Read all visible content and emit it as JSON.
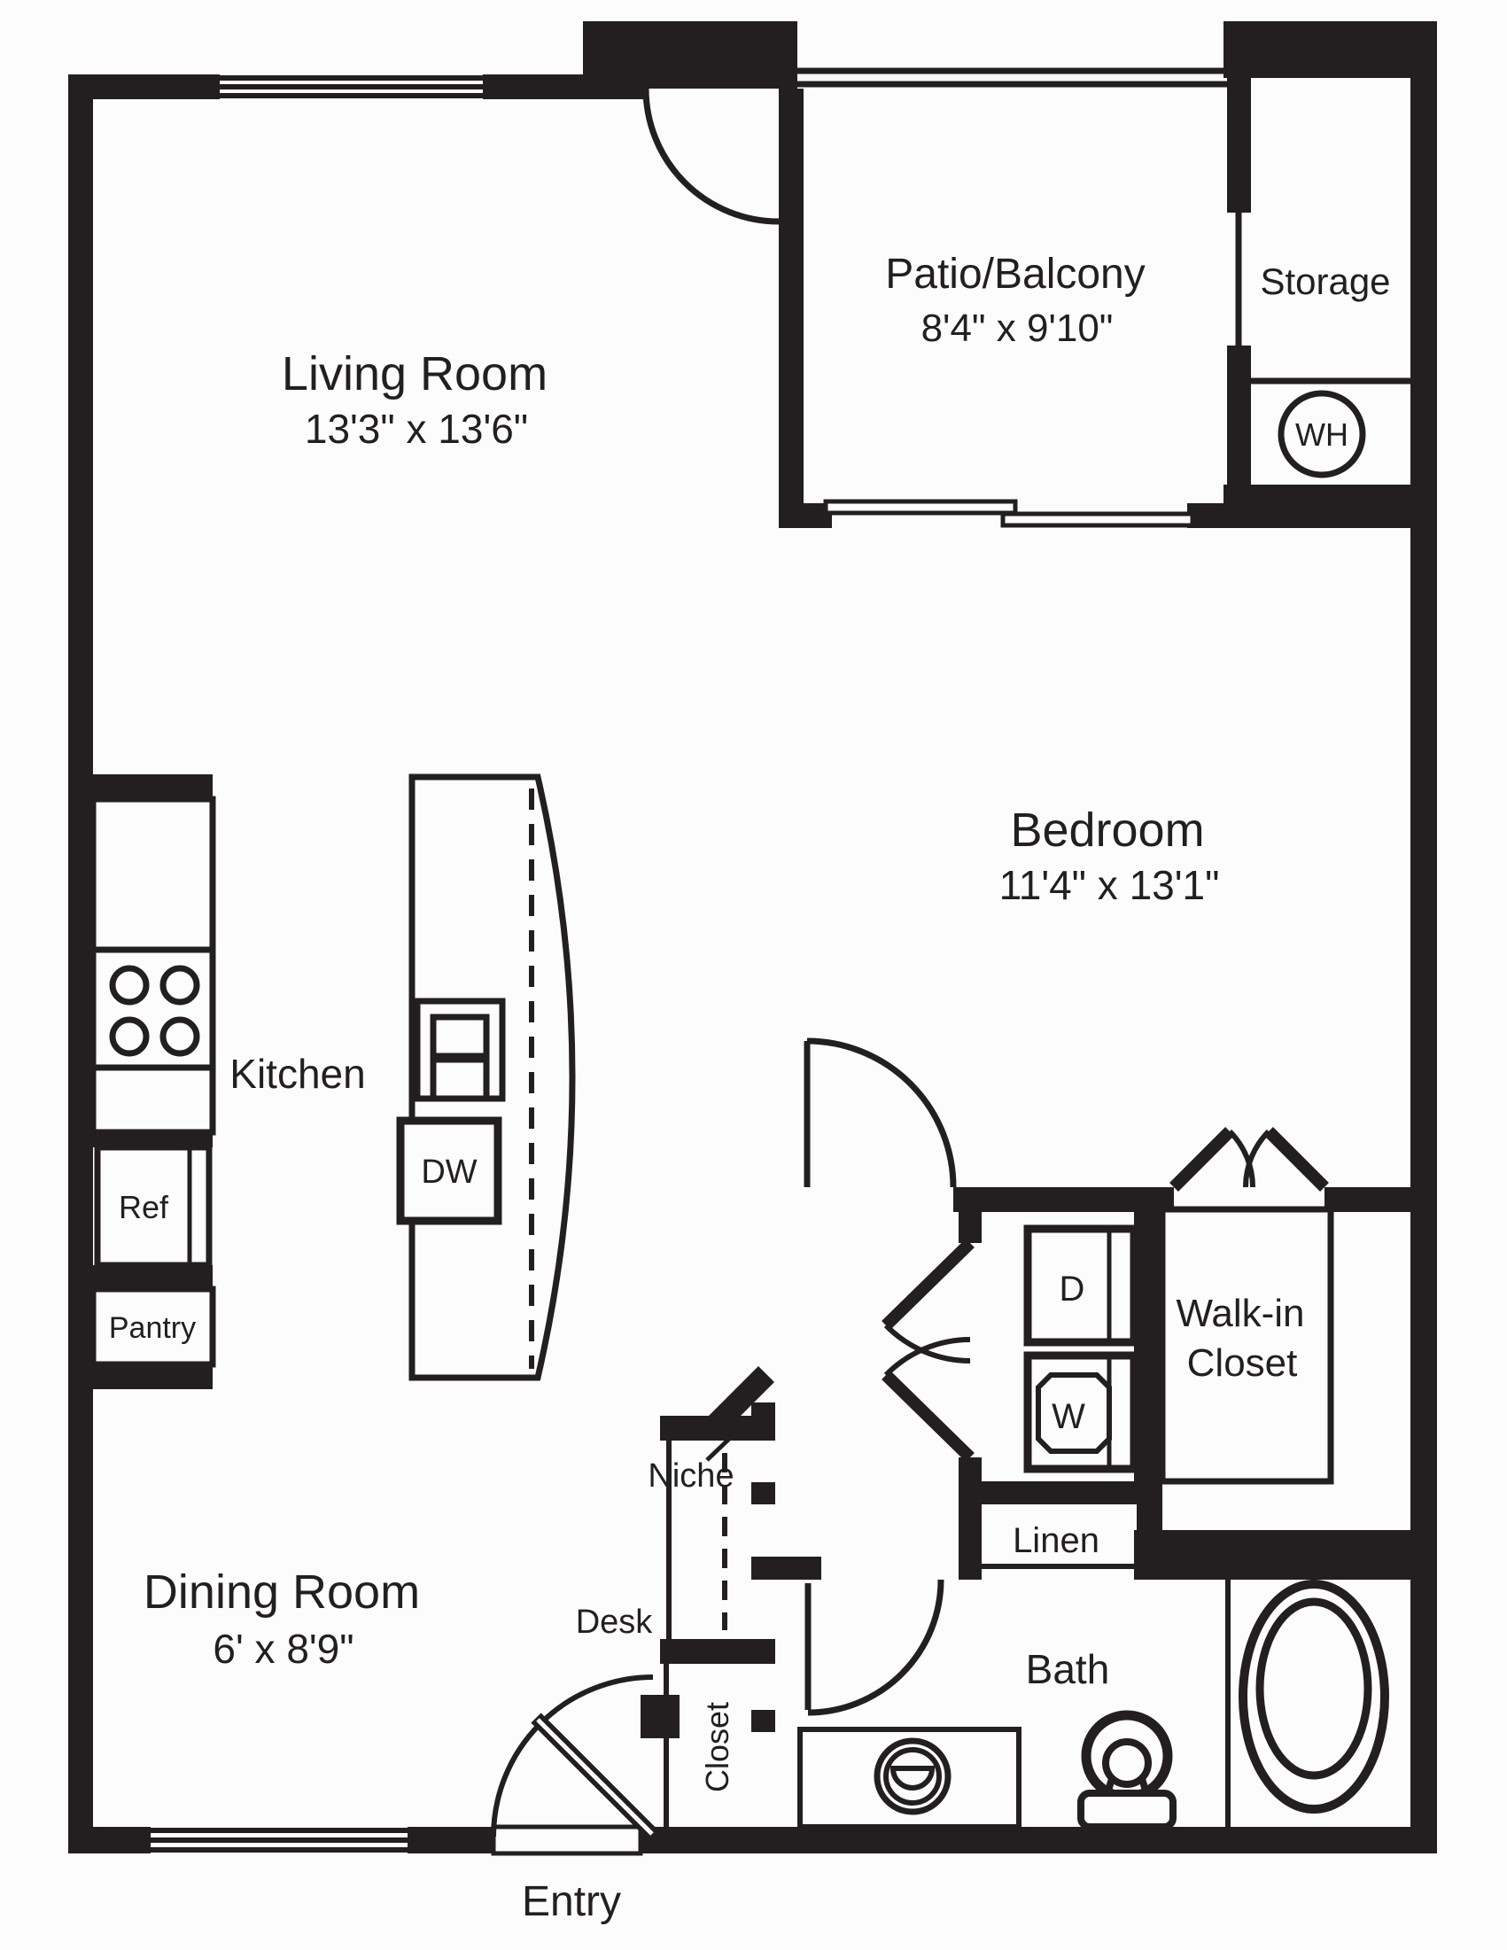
{
  "title": "One-bedroom apartment floor plan",
  "style": {
    "ink_color": "#231f20",
    "background_color": "#fcfcfc"
  },
  "rooms": {
    "living": {
      "name": "Living Room",
      "dims": "13'3\" x 13'6\""
    },
    "patio": {
      "name": "Patio/Balcony",
      "dims": "8'4\" x 9'10\""
    },
    "storage": {
      "name": "Storage"
    },
    "bedroom": {
      "name": "Bedroom",
      "dims": "11'4\" x 13'1\""
    },
    "kitchen": {
      "name": "Kitchen"
    },
    "dining": {
      "name": "Dining Room",
      "dims": "6' x 8'9\""
    },
    "bath": {
      "name": "Bath"
    },
    "walk_in_closet": {
      "line1": "Walk-in",
      "line2": "Closet"
    },
    "linen": {
      "name": "Linen"
    },
    "entry": {
      "name": "Entry"
    },
    "entry_closet": {
      "name": "Closet"
    },
    "niche": {
      "name": "Niche"
    },
    "desk": {
      "name": "Desk"
    }
  },
  "fixtures": {
    "water_heater": "WH",
    "refrigerator": "Ref",
    "pantry": "Pantry",
    "dishwasher": "DW",
    "dryer": "D",
    "washer": "W"
  }
}
